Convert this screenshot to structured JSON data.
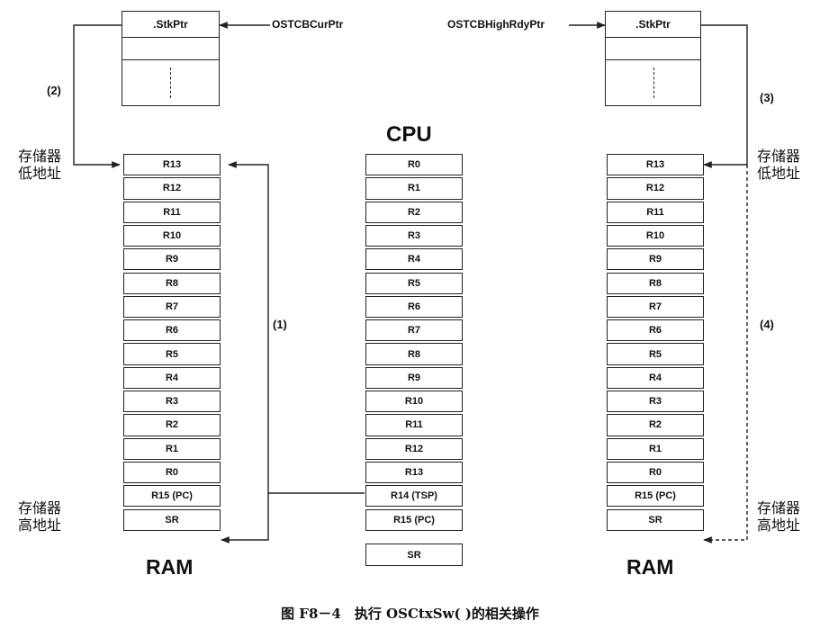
{
  "left_tcb": {
    "field": ".StkPtr"
  },
  "right_tcb": {
    "field": ".StkPtr"
  },
  "pointers": {
    "current": "OSTCBCurPtr",
    "high_ready": "OSTCBHighRdyPtr"
  },
  "cpu": {
    "title": "CPU",
    "registers": [
      "R0",
      "R1",
      "R2",
      "R3",
      "R4",
      "R5",
      "R6",
      "R7",
      "R8",
      "R9",
      "R10",
      "R11",
      "R12",
      "R13",
      "R14 (TSP)",
      "R15 (PC)"
    ],
    "sr": "SR"
  },
  "left_stack": [
    "R13",
    "R12",
    "R11",
    "R10",
    "R9",
    "R8",
    "R7",
    "R6",
    "R5",
    "R4",
    "R3",
    "R2",
    "R1",
    "R0",
    "R15 (PC)",
    "SR"
  ],
  "right_stack": [
    "R13",
    "R12",
    "R11",
    "R10",
    "R9",
    "R8",
    "R7",
    "R6",
    "R5",
    "R4",
    "R3",
    "R2",
    "R1",
    "R0",
    "R15 (PC)",
    "SR"
  ],
  "steps": {
    "s1": "(1)",
    "s2": "(2)",
    "s3": "(3)",
    "s4": "(4)"
  },
  "memory_labels": {
    "low_left_1": "存储器",
    "low_left_2": "低地址",
    "high_left_1": "存储器",
    "high_left_2": "高地址",
    "low_right_1": "存储器",
    "low_right_2": "低地址",
    "high_right_1": "存储器",
    "high_right_2": "高地址"
  },
  "ram_labels": {
    "left": "RAM",
    "right": "RAM"
  },
  "caption": "图 F8－4　执行 OSCtxSw( )的相关操作"
}
